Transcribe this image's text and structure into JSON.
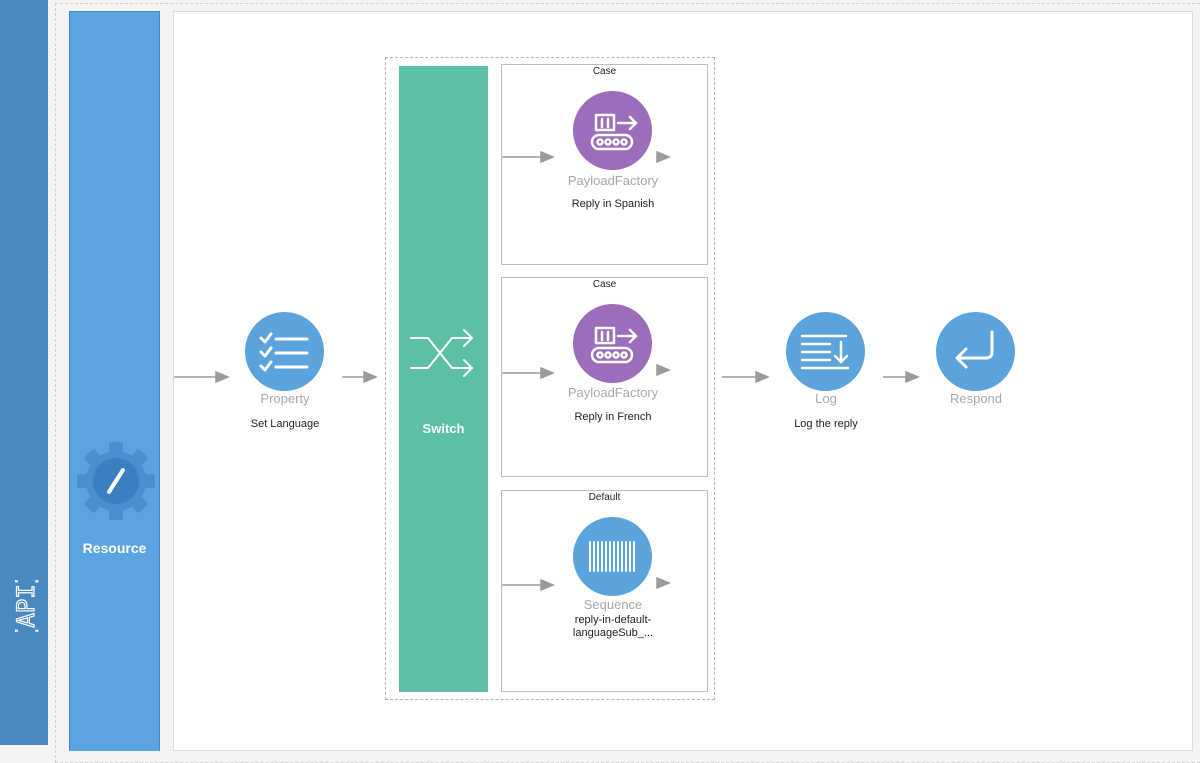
{
  "api_bar": {
    "logo_text": "{API}"
  },
  "resource": {
    "label": "Resource"
  },
  "mediators": {
    "property": {
      "type": "Property",
      "description": "Set Language"
    },
    "switch": {
      "label": "Switch"
    },
    "log": {
      "type": "Log",
      "description": "Log the reply"
    },
    "respond": {
      "type": "Respond"
    }
  },
  "cases": [
    {
      "title": "Case",
      "type": "PayloadFactory",
      "description": "Reply in Spanish"
    },
    {
      "title": "Case",
      "type": "PayloadFactory",
      "description": "Reply in French"
    },
    {
      "title": "Default",
      "type": "Sequence",
      "description_line1": "reply-in-default-",
      "description_line2": "languageSub_..."
    }
  ],
  "icons": {
    "api": "api-logo-icon",
    "resource": "gear-slash-icon",
    "property": "checklist-icon",
    "switch": "shuffle-icon",
    "payload": "payload-factory-icon",
    "sequence": "sequence-bars-icon",
    "log": "log-icon",
    "respond": "return-arrow-icon"
  },
  "colors": {
    "api_bar": "#4a89c0",
    "resource": "#5ba4df",
    "switch": "#5dbfa5",
    "payload": "#9c6dba",
    "mediator_blue": "#5ba3dc"
  }
}
